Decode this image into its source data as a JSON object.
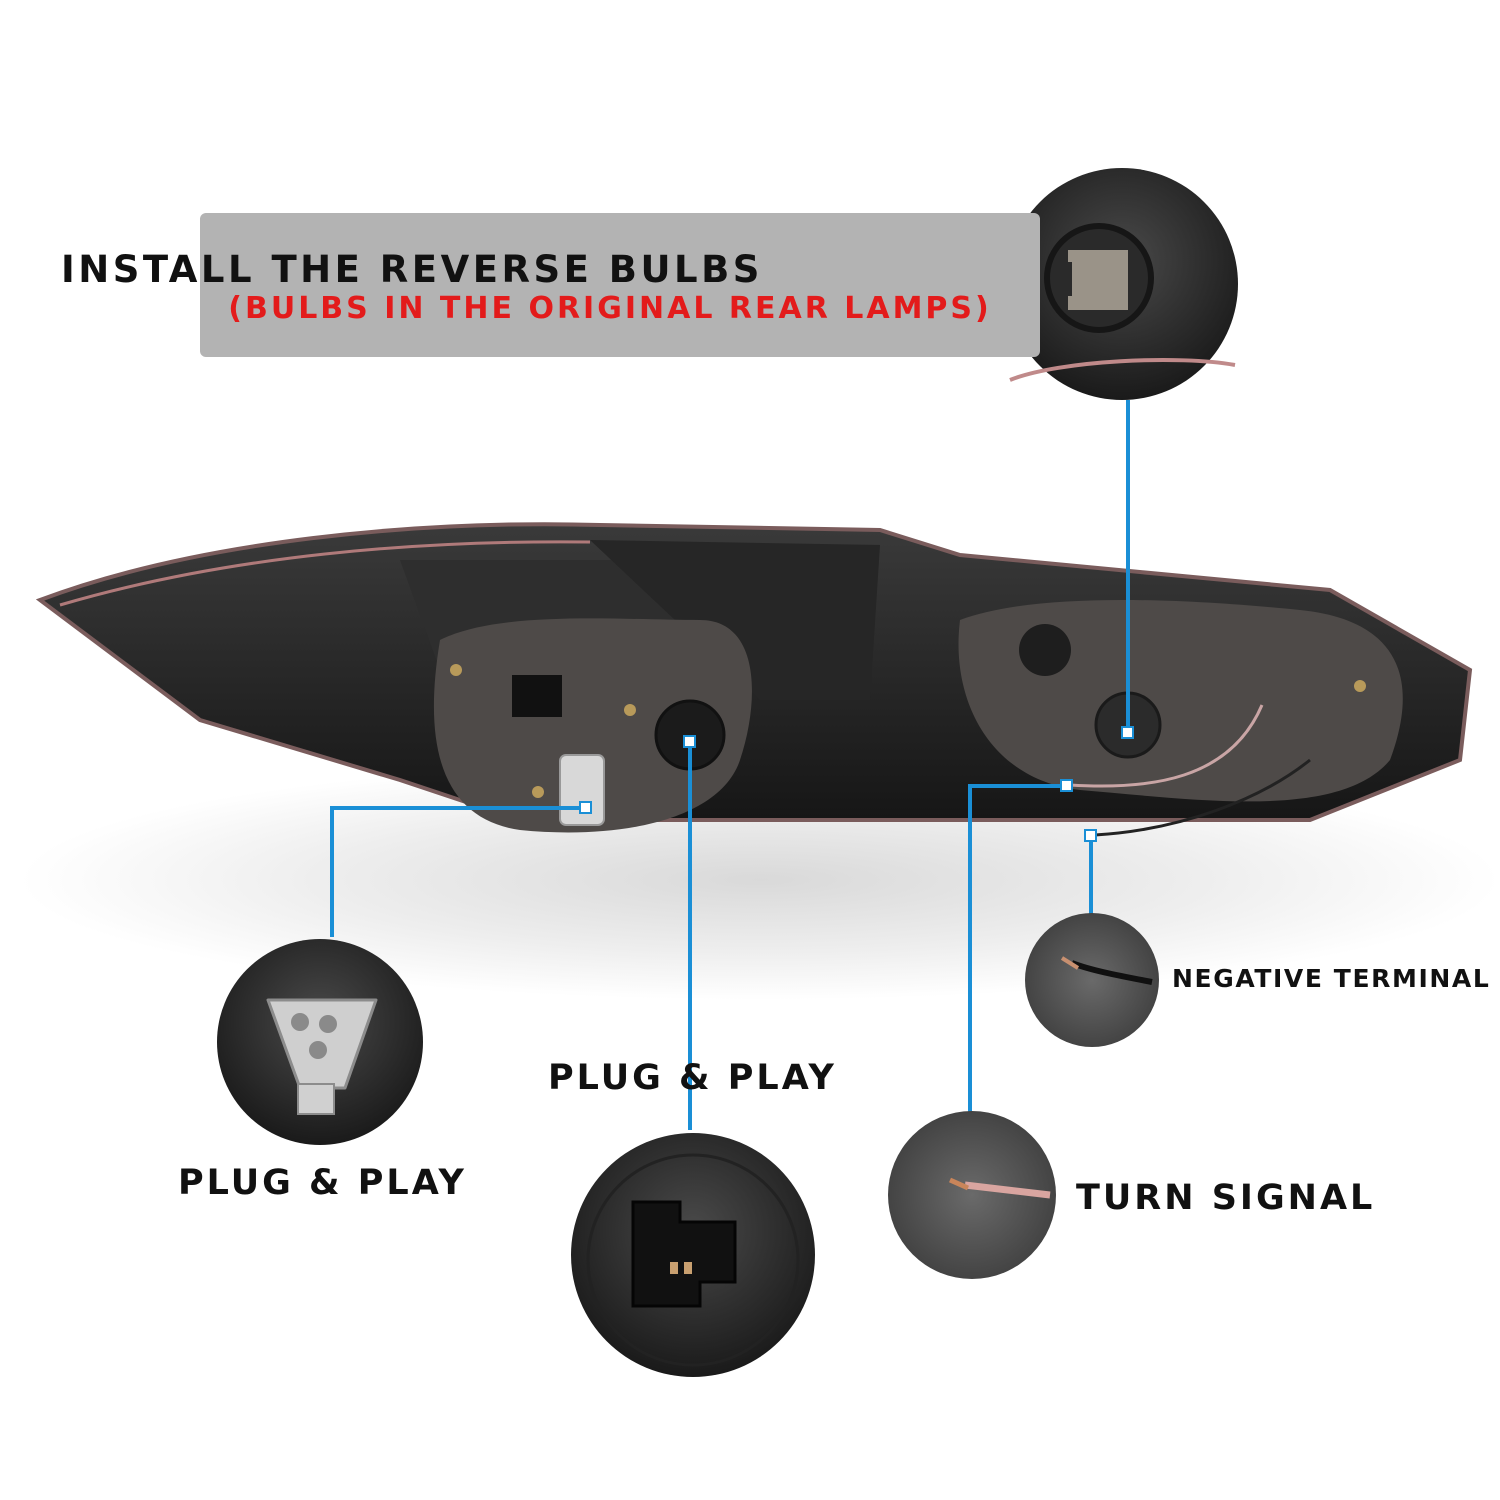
{
  "banner": {
    "title": "INSTALL THE REVERSE BULBS",
    "subtitle": "(BULBS IN THE ORIGINAL REAR LAMPS)"
  },
  "callouts": {
    "plug_play_left": "PLUG & PLAY",
    "plug_play_center": "PLUG & PLAY",
    "turn_signal": "TURN SIGNAL",
    "negative_terminal": "NEGATIVE TERMINAL"
  },
  "colors": {
    "leader_line": "#1a8fd6",
    "subtitle_red": "#e31b1b",
    "banner_gray": "#b3b3b3"
  }
}
